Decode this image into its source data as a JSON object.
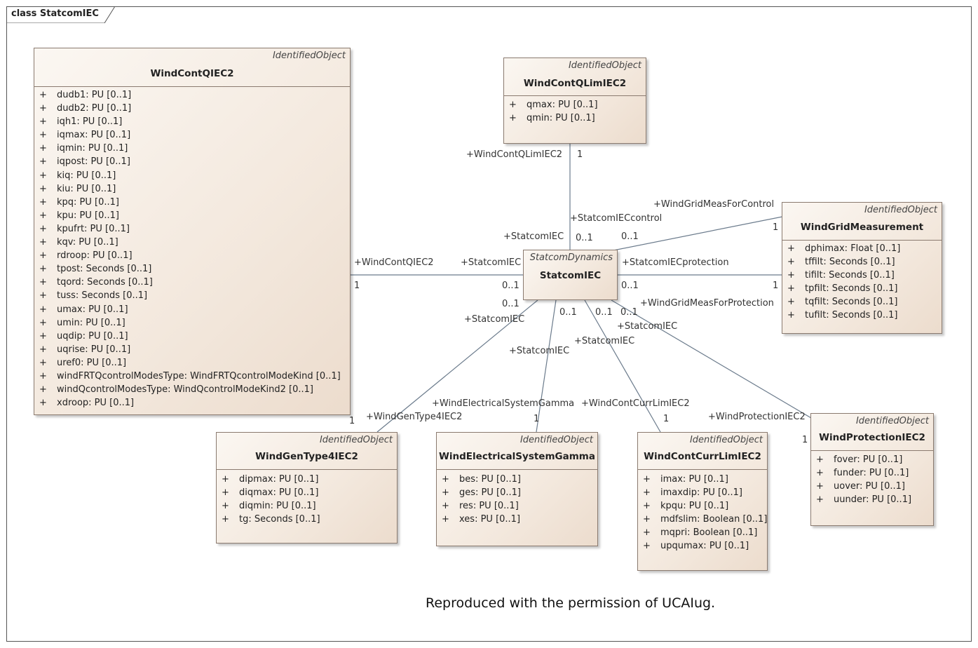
{
  "frame": {
    "title": "class StatcomIEC"
  },
  "classes": {
    "wind_cont_q": {
      "stereotype": "IdentifiedObject",
      "name": "WindContQIEC2",
      "attributes": [
        "dudb1: PU [0..1]",
        "dudb2: PU [0..1]",
        "iqh1: PU [0..1]",
        "iqmax: PU [0..1]",
        "iqmin: PU [0..1]",
        "iqpost: PU [0..1]",
        "kiq: PU [0..1]",
        "kiu: PU [0..1]",
        "kpq: PU [0..1]",
        "kpu: PU [0..1]",
        "kpufrt: PU [0..1]",
        "kqv: PU [0..1]",
        "rdroop: PU [0..1]",
        "tpost: Seconds [0..1]",
        "tqord: Seconds [0..1]",
        "tuss: Seconds [0..1]",
        "umax: PU [0..1]",
        "umin: PU [0..1]",
        "uqdip: PU [0..1]",
        "uqrise: PU [0..1]",
        "uref0: PU [0..1]",
        "windFRTQcontrolModesType: WindFRTQcontrolModeKind [0..1]",
        "windQcontrolModesType: WindQcontrolModeKind2 [0..1]",
        "xdroop: PU [0..1]"
      ]
    },
    "wind_cont_qlim": {
      "stereotype": "IdentifiedObject",
      "name": "WindContQLimIEC2",
      "attributes": [
        "qmax: PU [0..1]",
        "qmin: PU [0..1]"
      ]
    },
    "statcom": {
      "stereotype": "StatcomDynamics",
      "name": "StatcomIEC",
      "attributes": []
    },
    "wind_grid_meas": {
      "stereotype": "IdentifiedObject",
      "name": "WindGridMeasurement",
      "attributes": [
        "dphimax: Float [0..1]",
        "tffilt: Seconds [0..1]",
        "tifilt: Seconds [0..1]",
        "tpfilt: Seconds [0..1]",
        "tqfilt: Seconds [0..1]",
        "tufilt: Seconds [0..1]"
      ]
    },
    "wind_gen_type4": {
      "stereotype": "IdentifiedObject",
      "name": "WindGenType4IEC2",
      "attributes": [
        "dipmax: PU [0..1]",
        "diqmax: PU [0..1]",
        "diqmin: PU [0..1]",
        "tg: Seconds [0..1]"
      ]
    },
    "wind_elec_sys": {
      "stereotype": "IdentifiedObject",
      "name": "WindElectricalSystemGamma",
      "attributes": [
        "bes: PU [0..1]",
        "ges: PU [0..1]",
        "res: PU [0..1]",
        "xes: PU [0..1]"
      ]
    },
    "wind_cont_curr": {
      "stereotype": "IdentifiedObject",
      "name": "WindContCurrLimIEC2",
      "attributes": [
        "imax: PU [0..1]",
        "imaxdip: PU [0..1]",
        "kpqu: PU [0..1]",
        "mdfslim: Boolean [0..1]",
        "mqpri: Boolean [0..1]",
        "upqumax: PU [0..1]"
      ]
    },
    "wind_protection": {
      "stereotype": "IdentifiedObject",
      "name": "WindProtectionIEC2",
      "attributes": [
        "fover: PU [0..1]",
        "funder: PU [0..1]",
        "uover: PU [0..1]",
        "uunder: PU [0..1]"
      ]
    }
  },
  "association_labels": {
    "contq_role": "+WindContQIEC2",
    "contq_mult": "1",
    "statcom_to_contq_role": "+StatcomIEC",
    "statcom_to_contq_mult": "0..1",
    "qlim_role": "+WindContQLimIEC2",
    "qlim_mult": "1",
    "statcom_control_role": "+StatcomIECcontrol",
    "statcom_control_mult": "0..1",
    "statcom_to_meas_ctrl_role": "+StatcomIEC",
    "statcom_to_meas_ctrl_mult": "0..1",
    "meas_for_control_role": "+WindGridMeasForControl",
    "meas_for_control_mult": "1",
    "statcom_protection_role": "+StatcomIECprotection",
    "statcom_protection_mult": "0..1",
    "meas_for_protection_role": "+WindGridMeasForProtection",
    "meas_for_protection_mult": "1",
    "statcom_to_gen_role": "+StatcomIEC",
    "statcom_to_gen_mult": "0..1",
    "gen_role": "+WindGenType4IEC2",
    "gen_mult": "1",
    "statcom_to_elec_role": "+StatcomIEC",
    "statcom_to_elec_mult": "0..1",
    "elec_role": "+WindElectricalSystemGamma",
    "elec_mult": "1",
    "statcom_to_curr_role": "+StatcomIEC",
    "statcom_to_curr_mult": "0..1",
    "curr_role": "+WindContCurrLimIEC2",
    "curr_mult": "1",
    "statcom_to_prot_role": "+StatcomIEC",
    "statcom_to_prot_mult": "0..1",
    "prot_role": "+WindProtectionIEC2",
    "prot_mult": "1"
  },
  "credit": "Reproduced with the permission of UCAIug.",
  "colors": {
    "class_fill": "#f3e8dd",
    "class_border": "#8a7a6f",
    "line": "#6b7b8c"
  }
}
